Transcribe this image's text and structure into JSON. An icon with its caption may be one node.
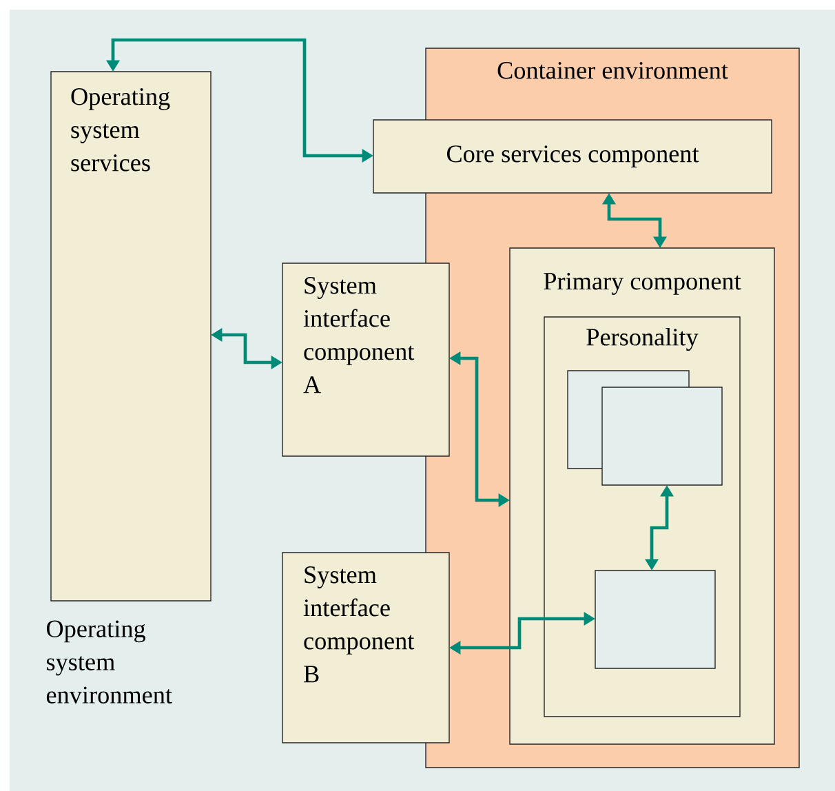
{
  "diagram": {
    "nodes": [
      {
        "text": [
          "Operating system services"
        ]
      },
      {
        "text": [
          "Container environment"
        ]
      },
      {
        "text": [
          "Core services component"
        ]
      },
      {
        "text": [
          "System interface component A"
        ]
      },
      {
        "text": [
          "Primary component"
        ],
        "in": 1
      },
      {
        "text": [
          "Personality"
        ],
        "in": 4
      },
      {
        "text": [],
        "shape": "box",
        "in": 5
      },
      {
        "text": [],
        "shape": "box",
        "in": 5
      },
      {
        "text": [],
        "shape": "box",
        "in": 5
      },
      {
        "text": [
          "System interface component B"
        ]
      }
    ],
    "edges": [
      {
        "from": 0,
        "to": 2,
        "arrow": "both"
      },
      {
        "from": 2,
        "to": 4,
        "arrow": "both"
      },
      {
        "from": 0,
        "to": 3,
        "arrow": "both"
      },
      {
        "from": 3,
        "to": 4,
        "arrow": "both"
      },
      {
        "from": 7,
        "to": 8,
        "arrow": "both"
      },
      {
        "from": 9,
        "to": 8,
        "arrow": "both"
      }
    ],
    "labels": [
      "Operating system environment"
    ]
  }
}
